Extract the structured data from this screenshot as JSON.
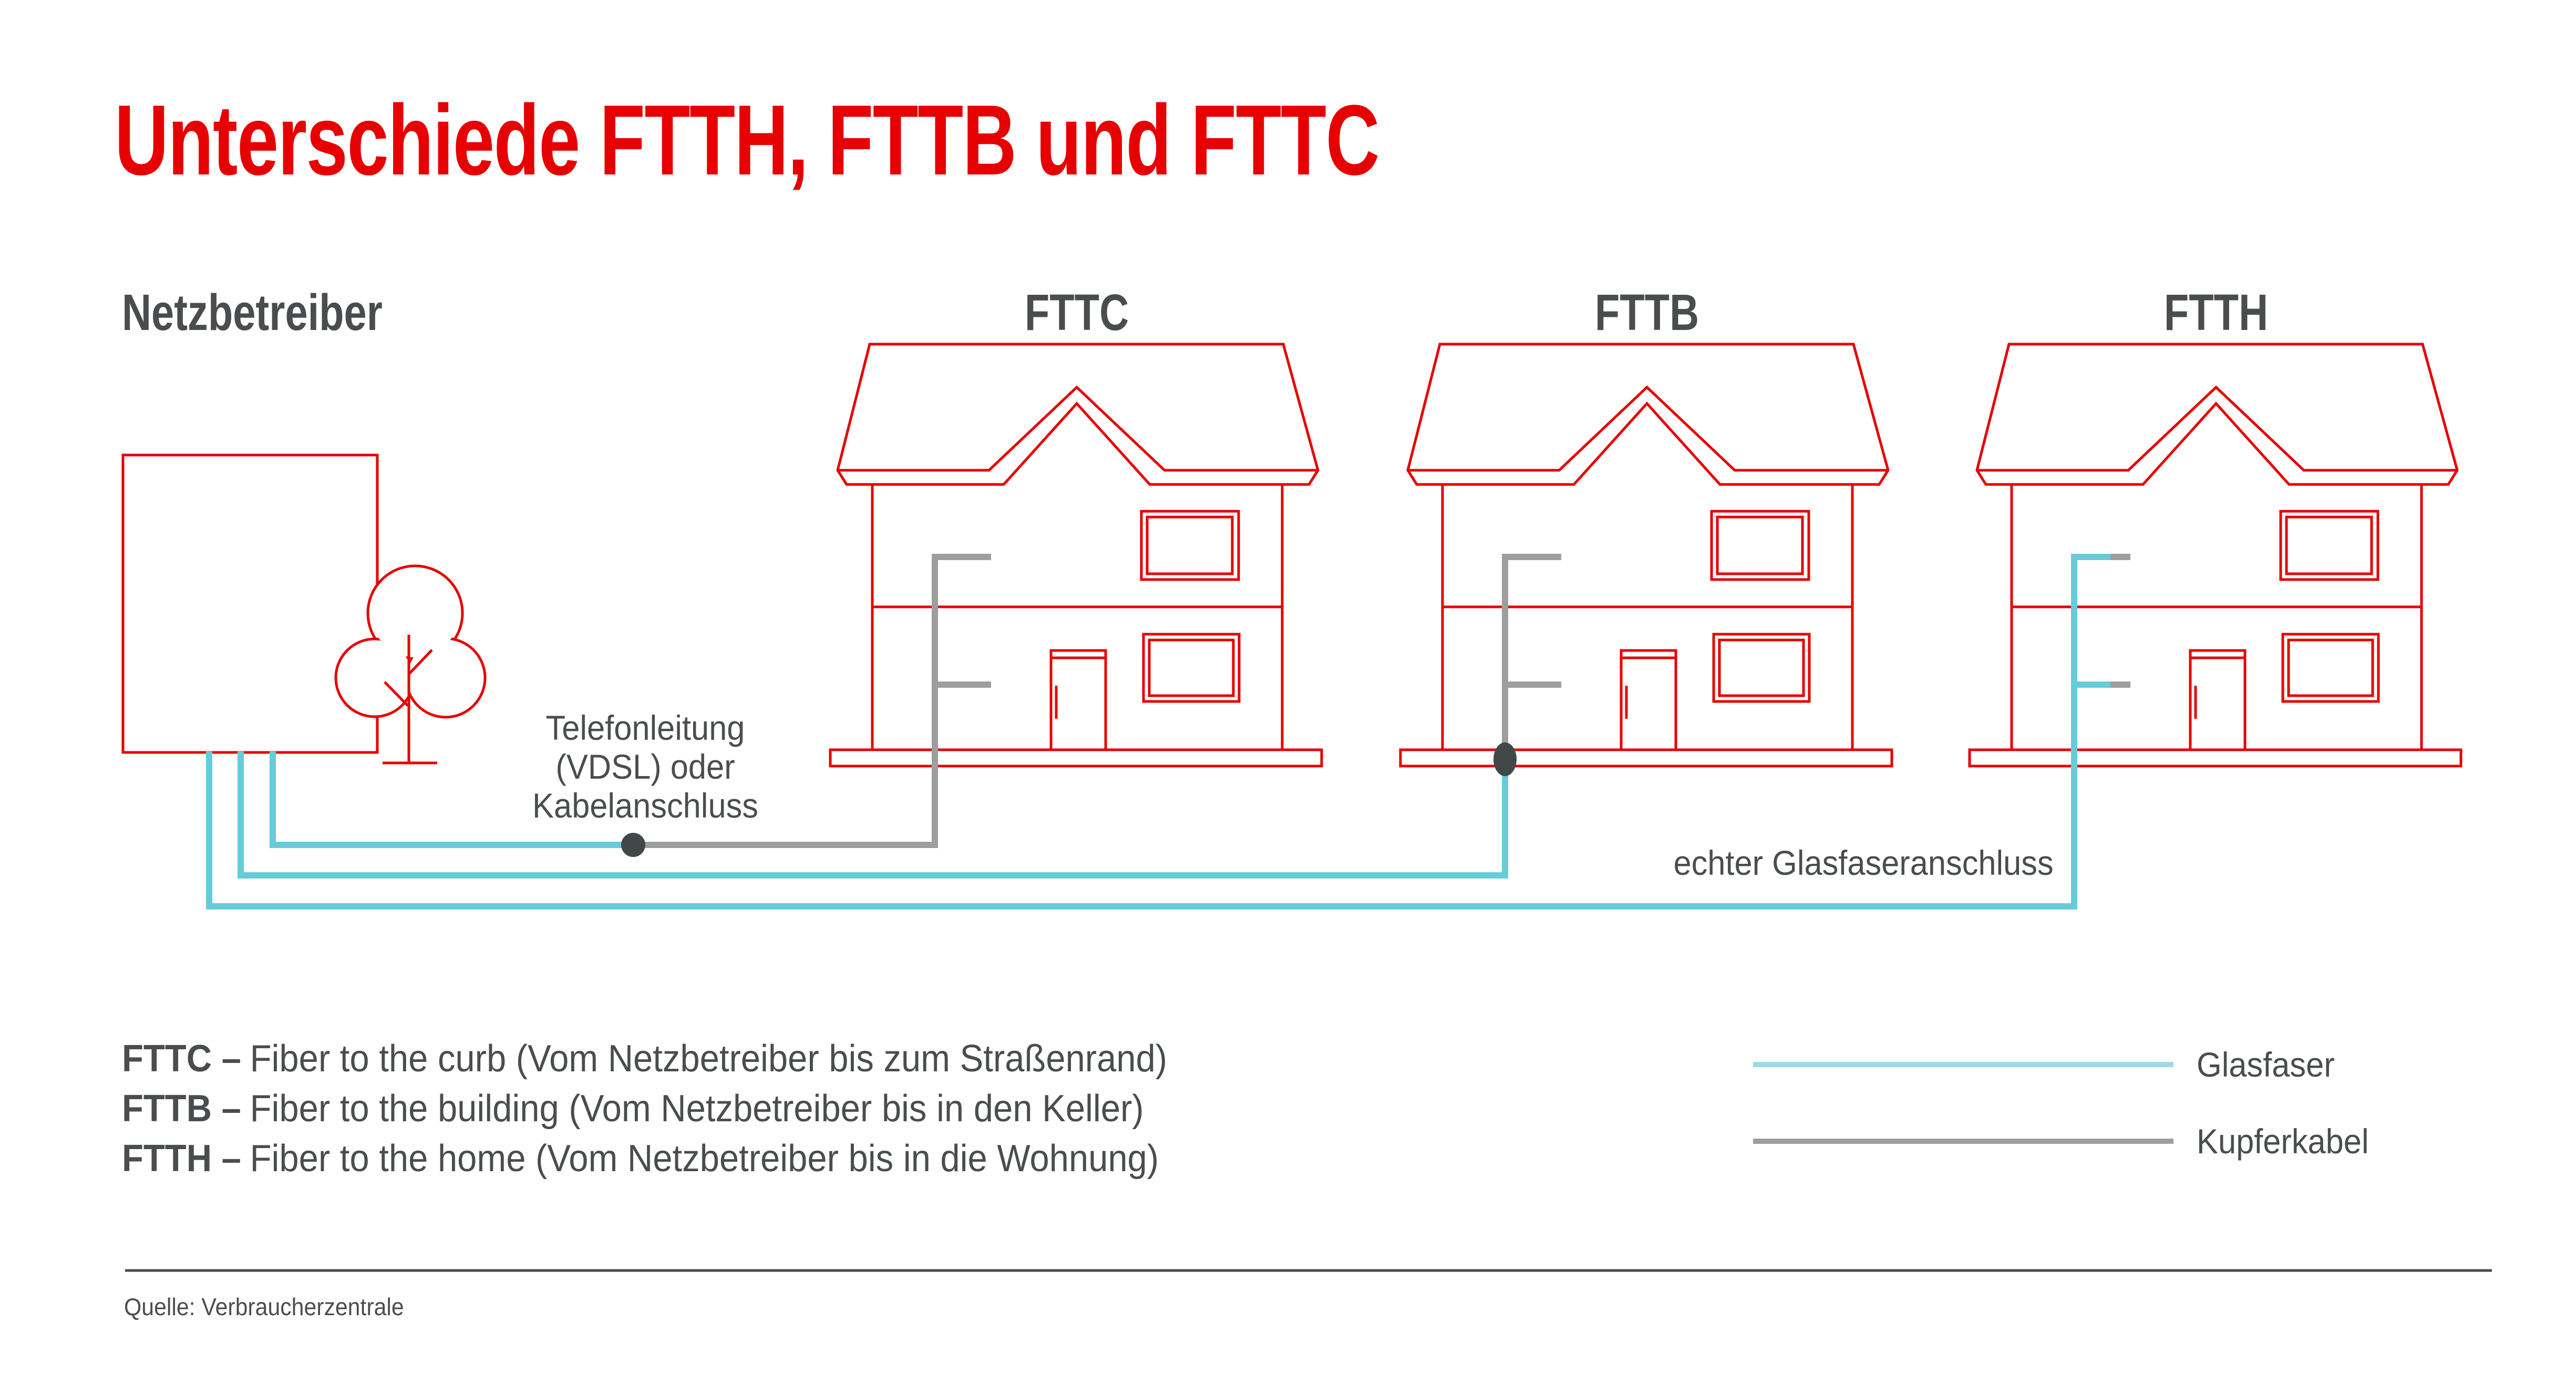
{
  "title": "Unterschiede FTTH, FTTB und FTTC",
  "colors": {
    "red": "#e60000",
    "dark": "#4a4d4e",
    "copper": "#9d9e9e",
    "fiber": "#66ccd9",
    "fiber_light": "#99dbe6",
    "dot": "#424748",
    "bg": "#ffffff"
  },
  "diagram": {
    "operator_label": "Netzbetreiber",
    "houses": [
      {
        "label": "FTTC"
      },
      {
        "label": "FTTB"
      },
      {
        "label": "FTTH"
      }
    ],
    "copper_annotation": {
      "line1": "Telefonleitung",
      "line2": "(VDSL) oder",
      "line3": "Kabelanschluss"
    },
    "fiber_annotation": "echter Glasfaseranschluss"
  },
  "legend": {
    "definitions": [
      {
        "term": "FTTC –",
        "rest": "Fiber to the curb (Vom Netzbetreiber bis zum Straßenrand)"
      },
      {
        "term": "FTTB –",
        "rest": "Fiber to the building (Vom Netzbetreiber bis in den Keller)"
      },
      {
        "term": "FTTH –",
        "rest": "Fiber to the home (Vom Netzbetreiber bis in die Wohnung)"
      }
    ],
    "lines": [
      {
        "label": "Glasfaser",
        "type": "fiber"
      },
      {
        "label": "Kupferkabel",
        "type": "copper"
      }
    ]
  },
  "footer": {
    "source": "Quelle: Verbraucherzentrale"
  }
}
